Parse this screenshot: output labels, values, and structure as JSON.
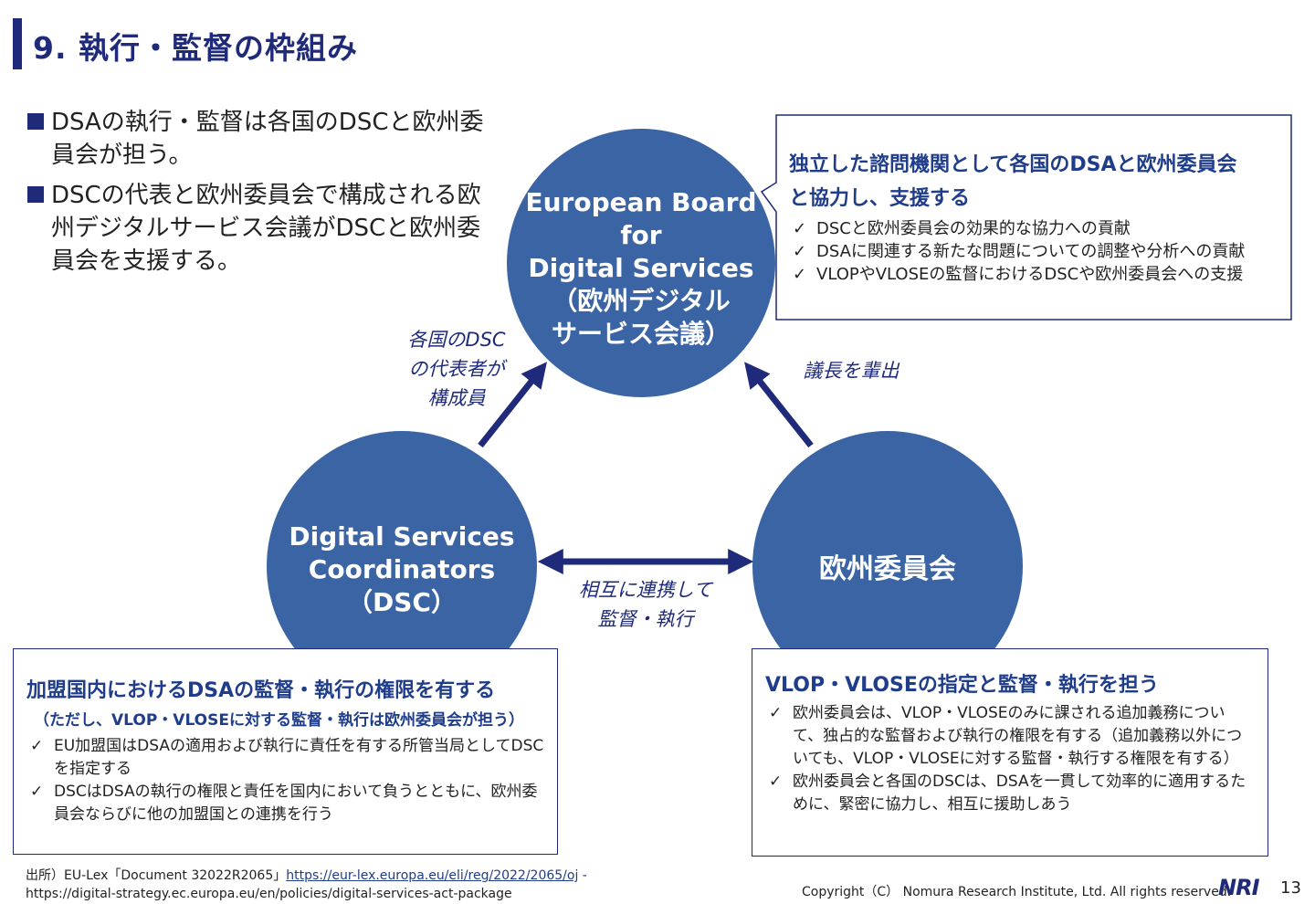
{
  "slide": {
    "title": "9. 執行・監督の枠組み",
    "page_number": "13"
  },
  "bullets": [
    {
      "text": "DSAの執行・監督は各国のDSCと欧州委員会が担う。"
    },
    {
      "text": "DSCの代表と欧州委員会で構成される欧州デジタルサービス会議がDSCと欧州委員会を支援する。"
    }
  ],
  "nodes": {
    "board": {
      "lines": [
        "European Board",
        "for",
        "Digital Services",
        "（欧州デジタル",
        "サービス会議）"
      ]
    },
    "dsc": {
      "lines": [
        "Digital Services",
        "Coordinators",
        "（DSC）"
      ]
    },
    "commission": {
      "lines": [
        "欧州委員会"
      ]
    }
  },
  "edge_labels": {
    "dsc_to_board": [
      "各国のDSC",
      "の代表者が",
      "構成員"
    ],
    "commission_to_board": [
      "議長を輩出"
    ],
    "dsc_commission": [
      "相互に連携して",
      "監督・執行"
    ]
  },
  "boxes": {
    "board": {
      "title_lines": [
        "独立した諮問機関として各国のDSAと欧州委員会",
        "と協力し、支援する"
      ],
      "items": [
        "DSCと欧州委員会の効果的な協力への貢献",
        "DSAに関連する新たな問題についての調整や分析への貢献",
        "VLOPやVLOSEの監督におけるDSCや欧州委員会への支援"
      ]
    },
    "dsc": {
      "title": "加盟国内におけるDSAの監督・執行の権限を有する",
      "subtitle": "（ただし、VLOP・VLOSEに対する監督・執行は欧州委員会が担う）",
      "items": [
        "EU加盟国はDSAの適用および執行に責任を有する所管当局としてDSCを指定する",
        "DSCはDSAの執行の権限と責任を国内において負うとともに、欧州委員会ならびに他の加盟国との連携を行う"
      ]
    },
    "commission": {
      "title": "VLOP・VLOSEの指定と監督・執行を担う",
      "items": [
        "欧州委員会は、VLOP・VLOSEのみに課される追加義務について、独占的な監督および執行の権限を有する（追加義務以外についても、VLOP・VLOSEに対する監督・執行する権限を有する）",
        "欧州委員会と各国のDSCは、DSAを一貫して効率的に適用するために、緊密に協力し、相互に援助しあう"
      ]
    }
  },
  "footer": {
    "source_prefix": "出所）EU-Lex「Document 32022R2065」",
    "source_link": "https://eur-lex.europa.eu/eli/reg/2022/2065/oj",
    "source_link_suffix": " -",
    "source_line2": "https://digital-strategy.ec.europa.eu/en/policies/digital-services-act-package",
    "copyright": "Copyright（C） Nomura Research Institute, Ltd. All rights reserved.",
    "logo": "NRI"
  },
  "colors": {
    "accent": "#1f2a7a",
    "circle": "#3b64a4",
    "box_title": "#1f3d8a"
  },
  "icons": {
    "check": "check-icon",
    "bullet": "square-bullet-icon"
  }
}
